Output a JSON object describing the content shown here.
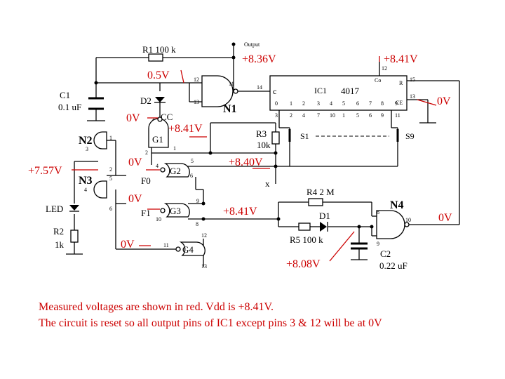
{
  "components": {
    "R1": "R1 100 k",
    "C1": "C1",
    "C1_value": "0.1 uF",
    "D2": "D2",
    "N1": "N1",
    "N2": "N2",
    "N3": "N3",
    "N4": "N4",
    "G1": "G1",
    "G2": "G2",
    "G3": "G3",
    "G4": "G4",
    "IC1": "IC1",
    "IC1_part": "4017",
    "R3": "R3",
    "R3_value": "10k",
    "S1": "S1",
    "S9": "S9",
    "R4": "R4  2 M",
    "D1": "D1",
    "R5": "R5   100 k",
    "C2": "C2",
    "C2_value": "0.22 uF",
    "LED": "LED",
    "R2": "R2",
    "R2_value": "1k",
    "CC": "CC",
    "F0": "F0",
    "F1": "F1",
    "node_x": "x"
  },
  "labels": {
    "output": "Output",
    "ic_c": "c",
    "ic_co": "Co",
    "ic_r": "R",
    "ic_ce": "CE"
  },
  "pins": {
    "n1_in_a": "12",
    "n1_in_b": "13",
    "n1_out": "11",
    "d2_pin": "3",
    "g1_a": "1",
    "g1_b": "2",
    "n2_1": "1",
    "n2_3": "3",
    "n2_2": "2",
    "n3_5": "5",
    "n3_4": "4",
    "n3_6": "6",
    "g2_4": "4",
    "g2_5": "5",
    "g2_6": "6",
    "g3_9": "9",
    "g3_10": "10",
    "g3_8": "8",
    "g4_11": "11",
    "g4_12": "12",
    "g4_13": "13",
    "ic_14": "14",
    "ic_12": "12",
    "ic_15": "15",
    "ic_13": "13",
    "n4_8": "8",
    "n4_9": "9",
    "n4_10": "10"
  },
  "ic_outputs": [
    "0",
    "1",
    "2",
    "3",
    "4",
    "5",
    "6",
    "7",
    "8",
    "9"
  ],
  "ic_pins": [
    "3",
    "2",
    "4",
    "7",
    "10",
    "1",
    "5",
    "6",
    "9",
    "11"
  ],
  "voltages": {
    "n1_out": "+8.36V",
    "vdd_top": "+8.41V",
    "n1_in": "0.5V",
    "ce": "0V",
    "cc": "0V",
    "g1_in": "+8.41V",
    "n2n3": "+7.57V",
    "f0": "0V",
    "r3": "+8.40V",
    "f1": "0V",
    "g3_out": "+8.41V",
    "g4": "0V",
    "n4_out": "0V",
    "c2": "+8.08V"
  },
  "notes": {
    "line1": "Measured voltages are shown in red.   Vdd is +8.41V.",
    "line2": "The circuit is reset  so all output pins of  IC1 except pins 3 & 12 will be at 0V"
  }
}
